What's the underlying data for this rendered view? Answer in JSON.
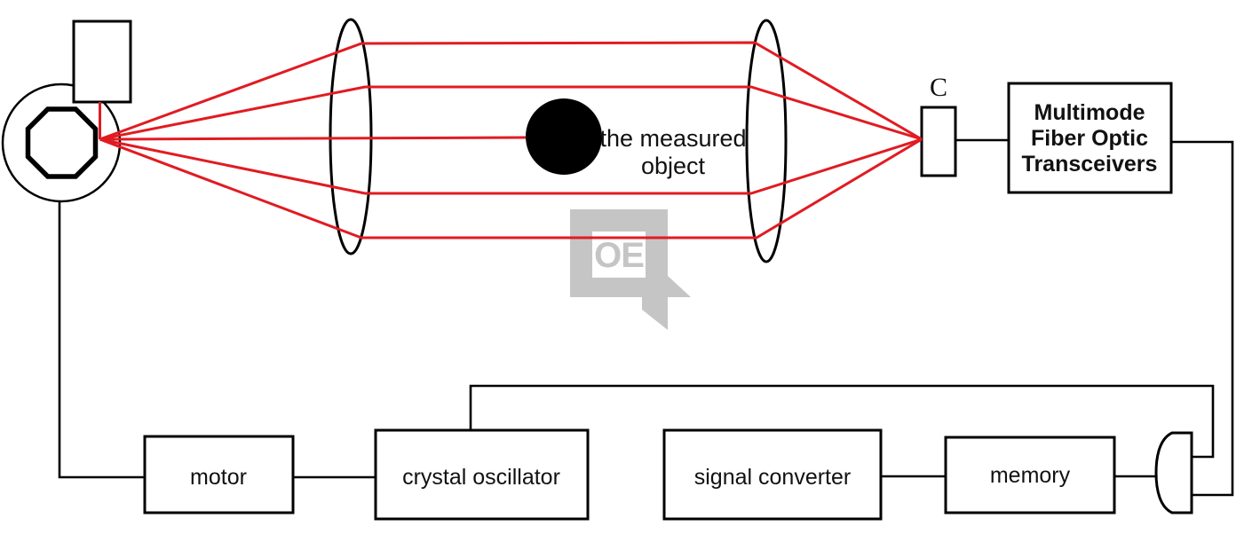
{
  "diagram": {
    "title": "laser scanning measurement system schematic",
    "labels": {
      "collector": "C",
      "measured_object_line1": "the measured",
      "measured_object_line2": "object",
      "transceivers_line1": "Multimode",
      "transceivers_line2": "Fiber Optic",
      "transceivers_line3": "Transceivers",
      "motor": "motor",
      "crystal_oscillator": "crystal oscillator",
      "signal_converter": "signal converter",
      "memory": "memory",
      "watermark_text": "OE"
    },
    "colors": {
      "line": "#000000",
      "ray": "#e11b22",
      "watermark": "#c5c5c5"
    }
  }
}
